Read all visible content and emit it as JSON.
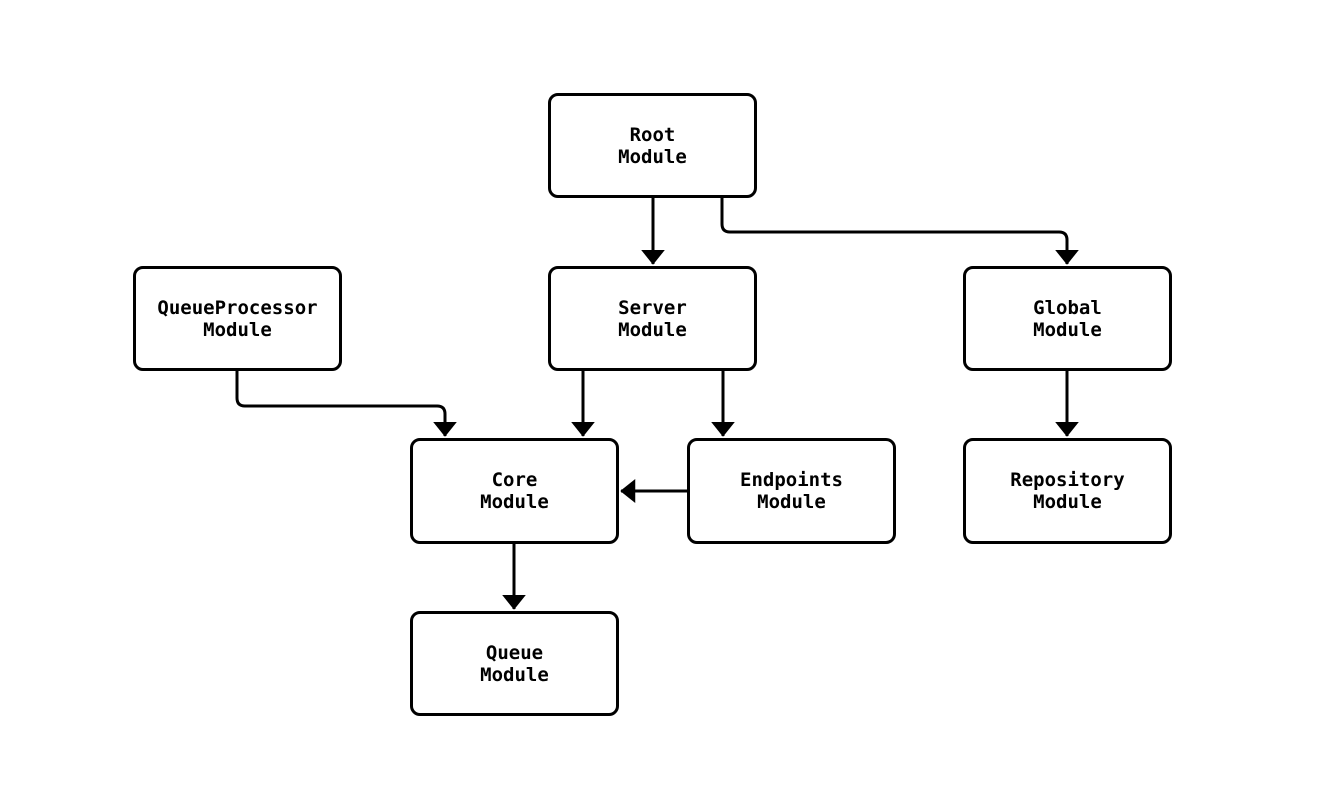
{
  "diagram": {
    "type": "module-dependency-diagram",
    "colors": {
      "background": "#ffffff",
      "node_fill": "#ffffff",
      "node_border": "#000000",
      "edge_stroke": "#000000",
      "text": "#000000"
    },
    "nodes": {
      "root": {
        "label": "Root\nModule"
      },
      "queue_processor": {
        "label": "QueueProcessor\nModule"
      },
      "server": {
        "label": "Server\nModule"
      },
      "global": {
        "label": "Global\nModule"
      },
      "core": {
        "label": "Core\nModule"
      },
      "endpoints": {
        "label": "Endpoints\nModule"
      },
      "repository": {
        "label": "Repository\nModule"
      },
      "queue": {
        "label": "Queue\nModule"
      }
    },
    "edges": [
      {
        "from": "Root Module",
        "to": "Server Module"
      },
      {
        "from": "Root Module",
        "to": "Global Module"
      },
      {
        "from": "QueueProcessor Module",
        "to": "Core Module"
      },
      {
        "from": "Server Module",
        "to": "Core Module"
      },
      {
        "from": "Server Module",
        "to": "Endpoints Module"
      },
      {
        "from": "Endpoints Module",
        "to": "Core Module"
      },
      {
        "from": "Core Module",
        "to": "Queue Module"
      },
      {
        "from": "Global Module",
        "to": "Repository Module"
      }
    ]
  }
}
